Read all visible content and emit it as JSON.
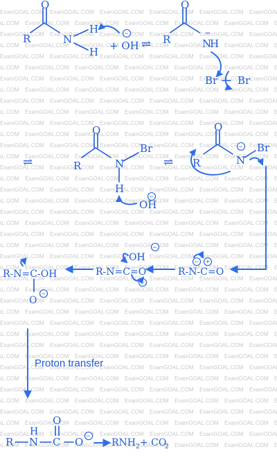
{
  "watermark": "ExamGOAL.COM",
  "atoms": {
    "R": "R",
    "N": "N",
    "H": "H",
    "O": "O",
    "OH": "OH",
    "Br": "Br",
    "C": "C",
    "plus": "+",
    "minus": "−",
    "minus_sign": "−",
    "dot": "·"
  },
  "step1": {
    "plus_oh": "+ OH",
    "eq": "⇌"
  },
  "step2": {
    "eq_left": "⇌",
    "eq_mid": "⇌"
  },
  "chain": {
    "isocyanate": "R-N-C=O",
    "iso_dbl": "R-N=C=O",
    "carbamic": "R-N=C-OH"
  },
  "label_proton_transfer": "Proton transfer",
  "final": {
    "products": "RNH",
    "sub2": "2",
    "plus_co": "+ CO",
    "sub2b": "2"
  }
}
